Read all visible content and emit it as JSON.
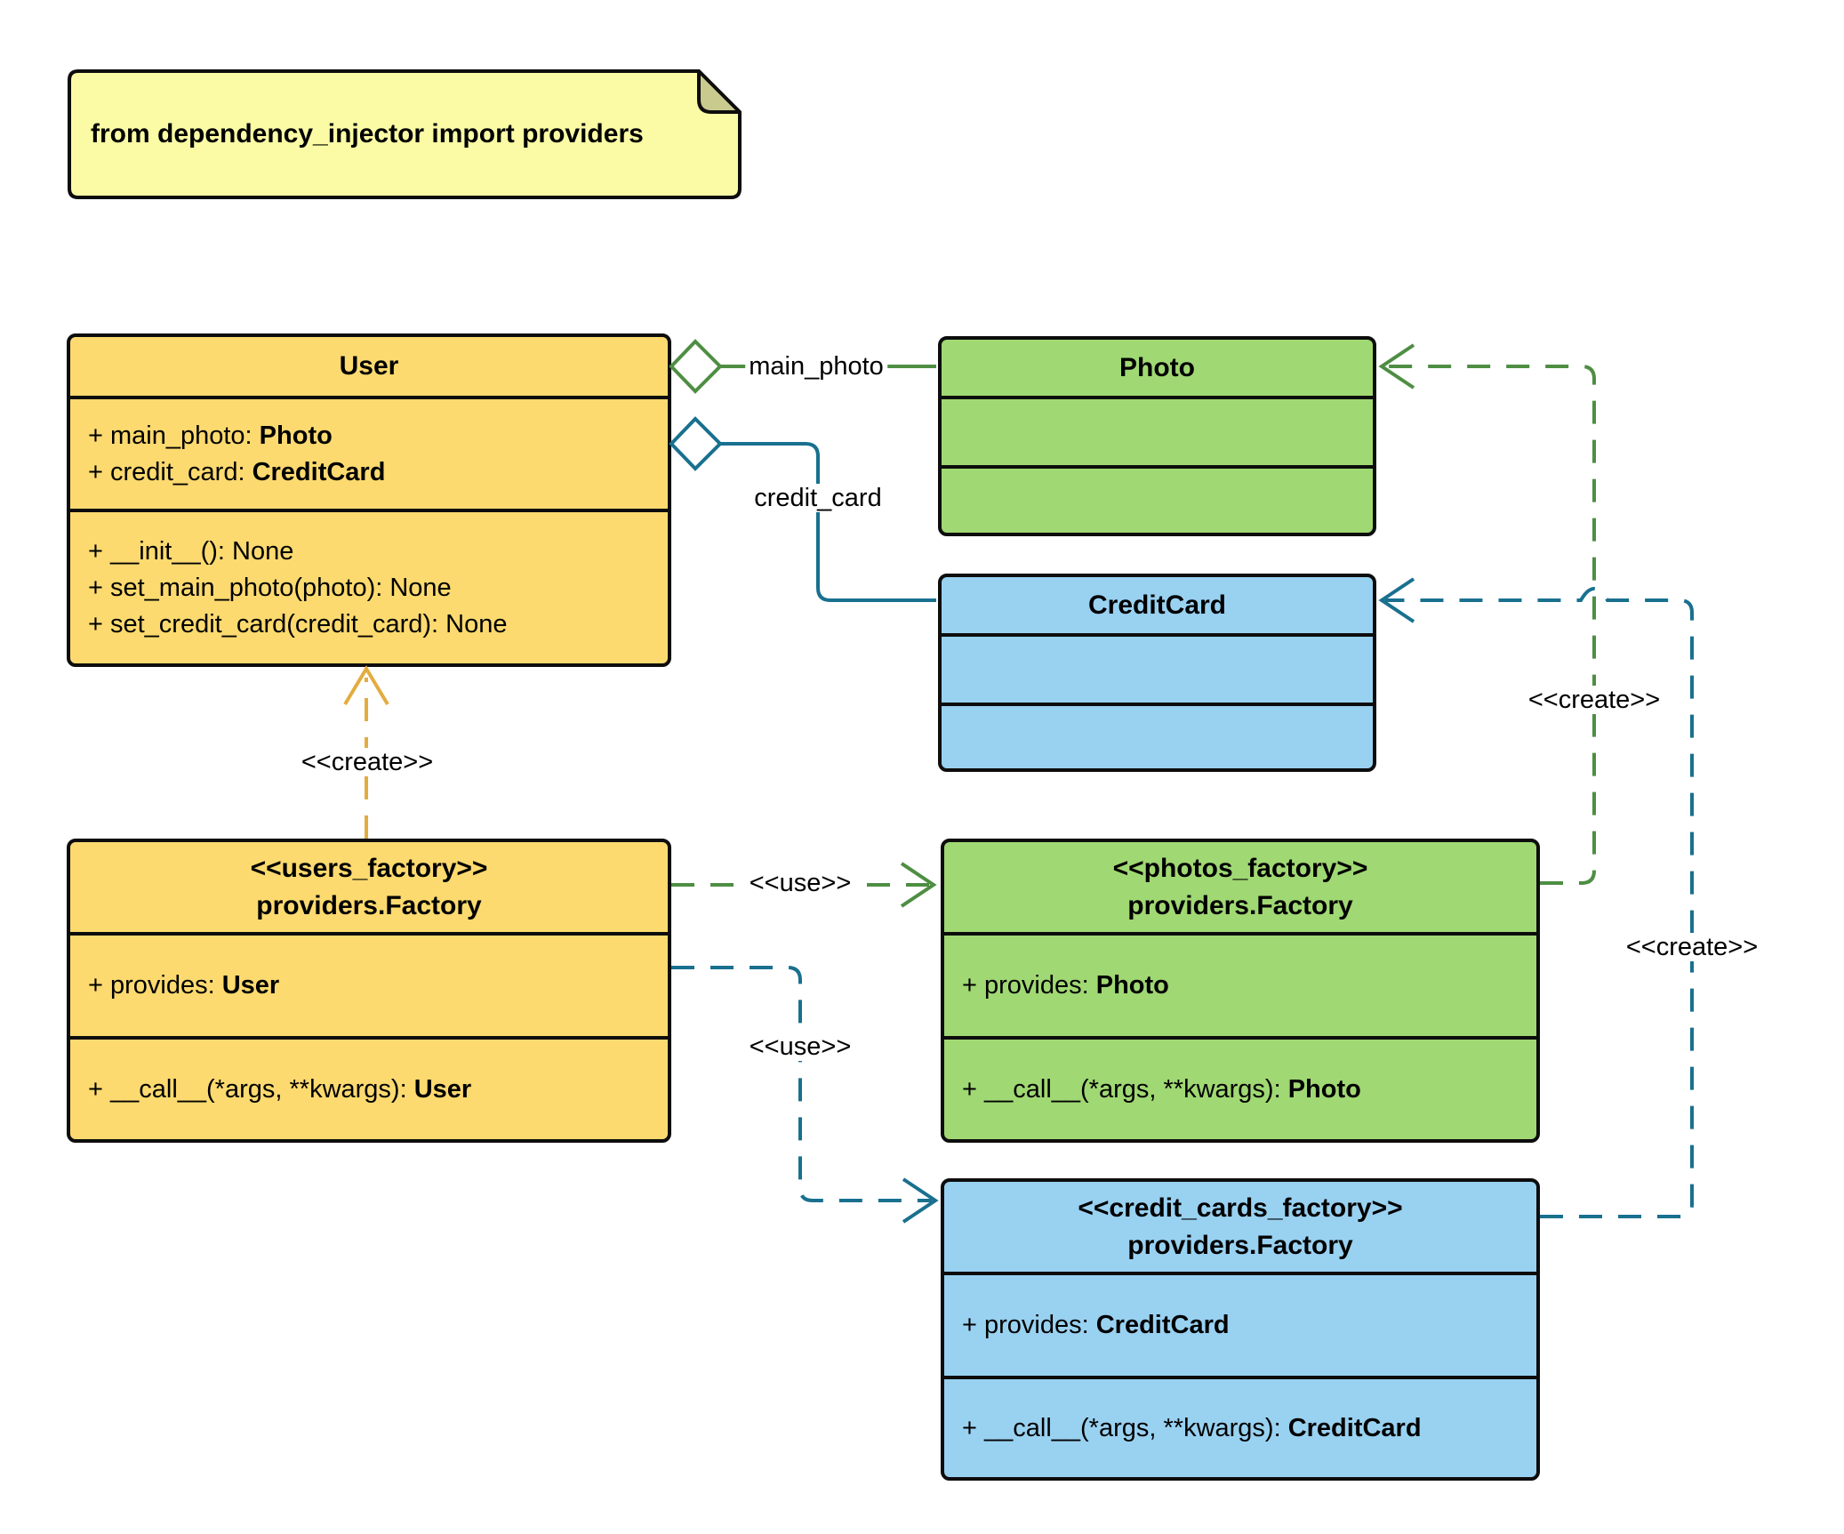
{
  "note": {
    "text": "from dependency_injector import providers"
  },
  "colors": {
    "class_yellow": "#fcda6f",
    "class_green": "#a0d873",
    "class_blue": "#99d1f1",
    "note_yellow": "#fafba4",
    "note_fold": "#c9ca8e",
    "line_green": "#4e8e43",
    "line_teal": "#19708f",
    "line_gold": "#e3ac3f",
    "border_black": "#0d0d0d"
  },
  "classes": {
    "user": {
      "title": "User",
      "attributes": [
        {
          "text": "+ main_photo: ",
          "type": "Photo"
        },
        {
          "text": "+ credit_card: ",
          "type": "CreditCard"
        }
      ],
      "methods": [
        {
          "text": "+ __init__(): None",
          "type": ""
        },
        {
          "text": "+ set_main_photo(photo): None",
          "type": ""
        },
        {
          "text": "+ set_credit_card(credit_card): None",
          "type": ""
        }
      ]
    },
    "photo": {
      "title": "Photo"
    },
    "credit_card": {
      "title": "CreditCard"
    },
    "users_factory": {
      "stereotype": "<<users_factory>>",
      "title": "providers.Factory",
      "attributes": [
        {
          "text": "+ provides: ",
          "type": "User"
        }
      ],
      "methods": [
        {
          "text": "+ __call__(*args, **kwargs): ",
          "type": "User"
        }
      ]
    },
    "photos_factory": {
      "stereotype": "<<photos_factory>>",
      "title": "providers.Factory",
      "attributes": [
        {
          "text": "+ provides: ",
          "type": "Photo"
        }
      ],
      "methods": [
        {
          "text": "+ __call__(*args, **kwargs): ",
          "type": "Photo"
        }
      ]
    },
    "credit_cards_factory": {
      "stereotype": "<<credit_cards_factory>>",
      "title": "providers.Factory",
      "attributes": [
        {
          "text": "+ provides: ",
          "type": "CreditCard"
        }
      ],
      "methods": [
        {
          "text": "+ __call__(*args, **kwargs): ",
          "type": "CreditCard"
        }
      ]
    }
  },
  "connectors": {
    "main_photo": {
      "label": "main_photo"
    },
    "credit_card": {
      "label": "credit_card"
    },
    "create_user": {
      "label": "<<create>>"
    },
    "use_photos": {
      "label": "<<use>>"
    },
    "use_credit_cards": {
      "label": "<<use>>"
    },
    "create_photo": {
      "label": "<<create>>"
    },
    "create_credit_card": {
      "label": "<<create>>"
    }
  }
}
